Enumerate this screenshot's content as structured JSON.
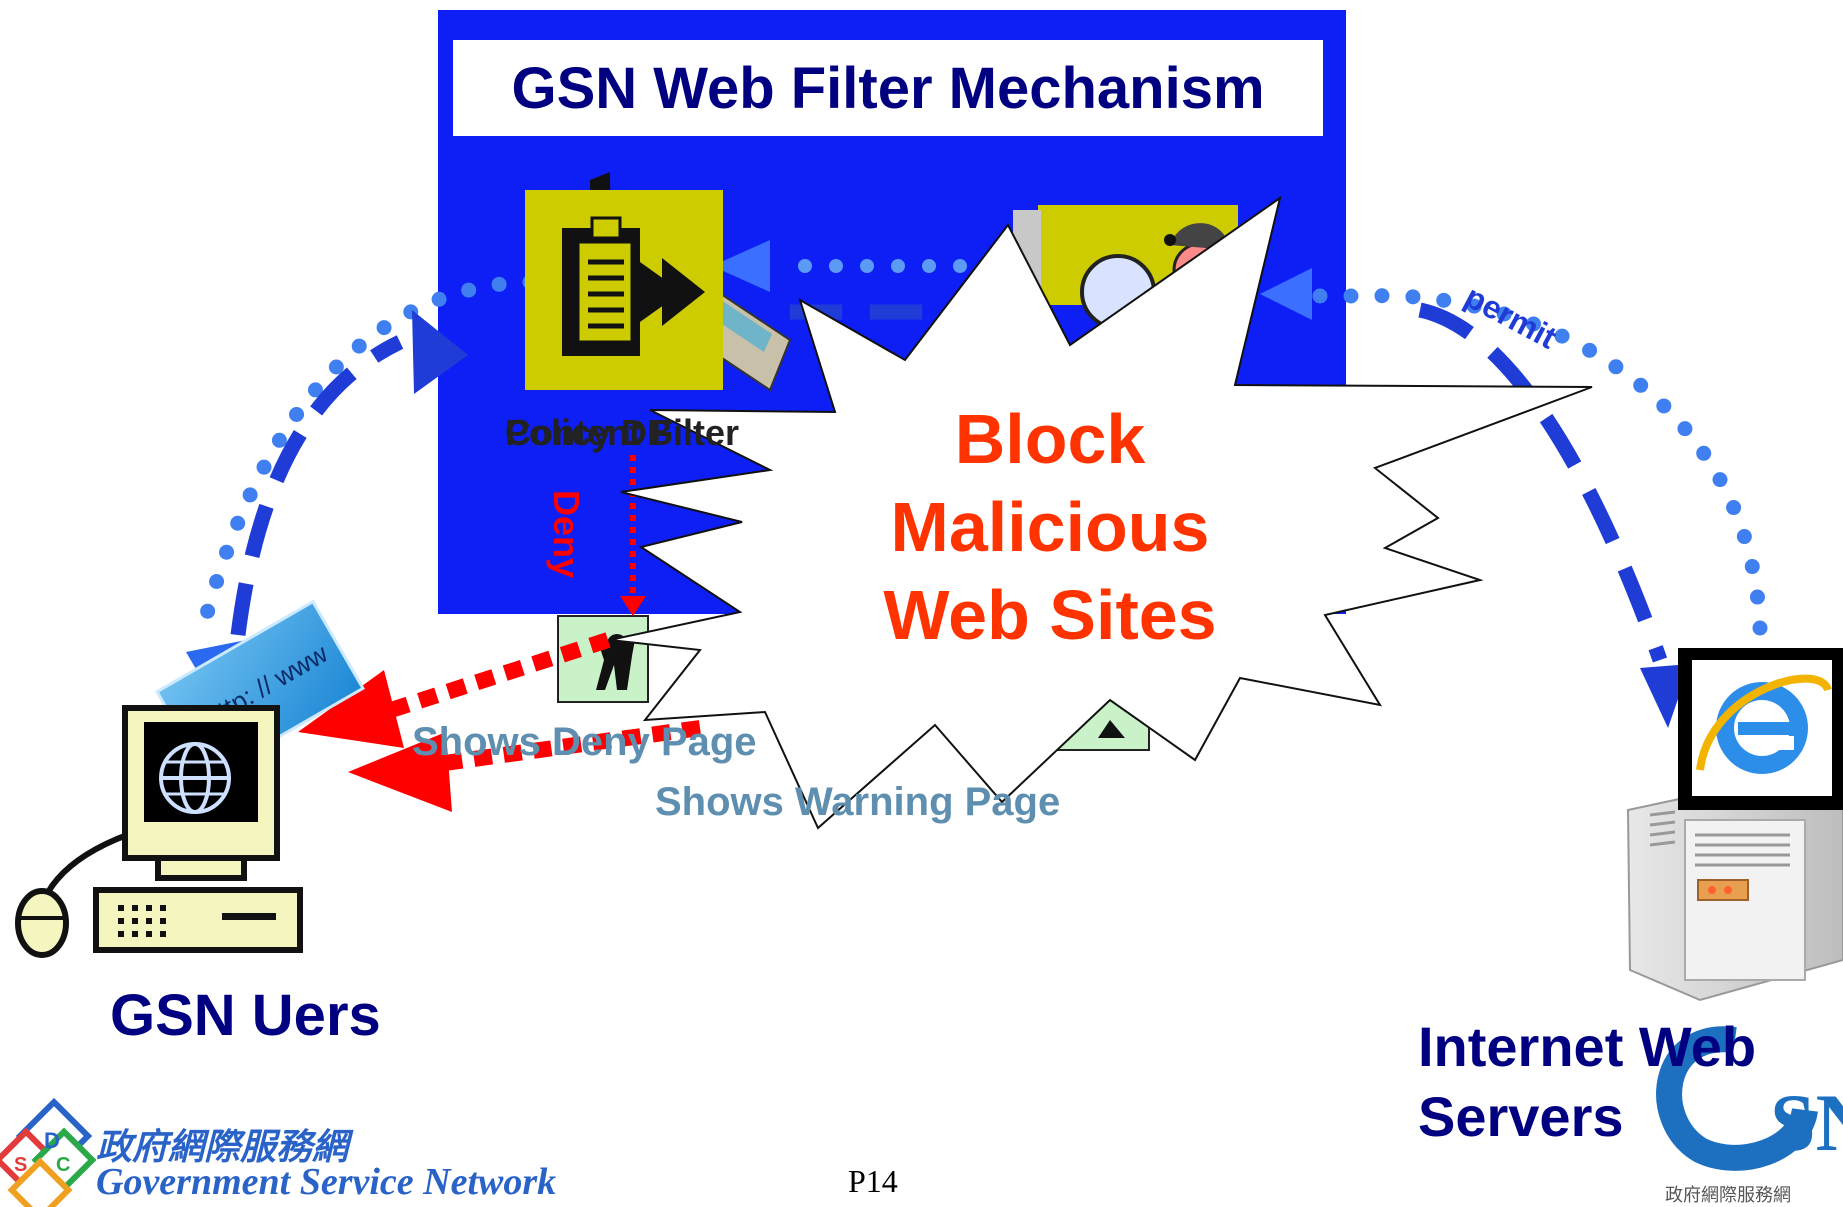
{
  "title": "GSN Web Filter Mechanism",
  "labels": {
    "content_filter": "Content Filter",
    "policy_db": "Policy DB",
    "deny": "Deny",
    "permit": "permit",
    "block": [
      "Block",
      "Malicious",
      "Web Sites"
    ],
    "shows_deny_page": "Shows Deny Page",
    "shows_warning_page": "Shows Warning Page",
    "gsn_users": "GSN Uers",
    "internet_web_servers": [
      "Internet Web",
      "Servers"
    ]
  },
  "url_card_text": "http: // www",
  "footer": {
    "org_cn": "政府網際服務網",
    "org_en": "Government Service Network",
    "page": "P14",
    "logo_sub_cn": "政府網際服務網"
  },
  "colors": {
    "panel_blue": "#0d1ff5",
    "title_navy": "#000080",
    "block_red": "#ff3300",
    "arrow_blue": "#1f3dd6",
    "dot_blue": "#3f7ff0",
    "deny_red": "#ff0000",
    "label_grey": "#5e8fb0",
    "icon_yellow": "#cccc00"
  },
  "icons": [
    "clipboard-policy-icon",
    "search-inspector-icon",
    "deny-guard-icon",
    "warning-icon",
    "computer-icon",
    "url-card-icon",
    "web-server-icon",
    "internet-explorer-icon",
    "sdec-logo-icon",
    "gsn-logo-icon"
  ]
}
